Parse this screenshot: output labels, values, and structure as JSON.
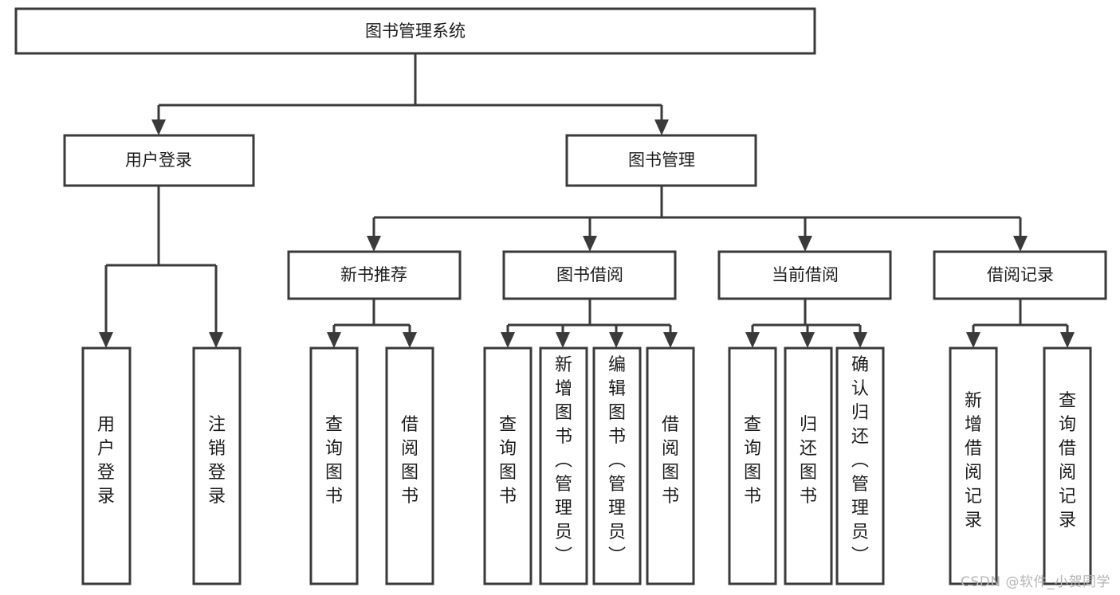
{
  "diagram": {
    "title": "图书管理系统",
    "type": "hierarchy-tree",
    "watermark": "CSDN @软件_小贺同学",
    "colors": {
      "box_stroke": "#3a3a3a",
      "box_fill": "#ffffff",
      "text": "#1b1b1b",
      "connector": "#3a3a3a",
      "watermark": "#b4b4b4",
      "background": "#ffffff"
    },
    "root": {
      "label": "图书管理系统"
    },
    "level2": [
      {
        "label": "用户登录"
      },
      {
        "label": "图书管理"
      }
    ],
    "level3": [
      {
        "label": "新书推荐"
      },
      {
        "label": "图书借阅"
      },
      {
        "label": "当前借阅"
      },
      {
        "label": "借阅记录"
      }
    ],
    "leaves": {
      "user_login": [
        {
          "label": "用户登录"
        },
        {
          "label": "注销登录"
        }
      ],
      "new_book_recommend": [
        {
          "label": "查询图书"
        },
        {
          "label": "借阅图书"
        }
      ],
      "book_borrow": [
        {
          "label": "查询图书"
        },
        {
          "label": "新增图书（管理员）"
        },
        {
          "label": "编辑图书（管理员）"
        },
        {
          "label": "借阅图书"
        }
      ],
      "current_borrow": [
        {
          "label": "查询图书"
        },
        {
          "label": "归还图书"
        },
        {
          "label": "确认归还（管理员）"
        }
      ],
      "borrow_record": [
        {
          "label": "新增借阅记录"
        },
        {
          "label": "查询借阅记录"
        }
      ]
    }
  }
}
